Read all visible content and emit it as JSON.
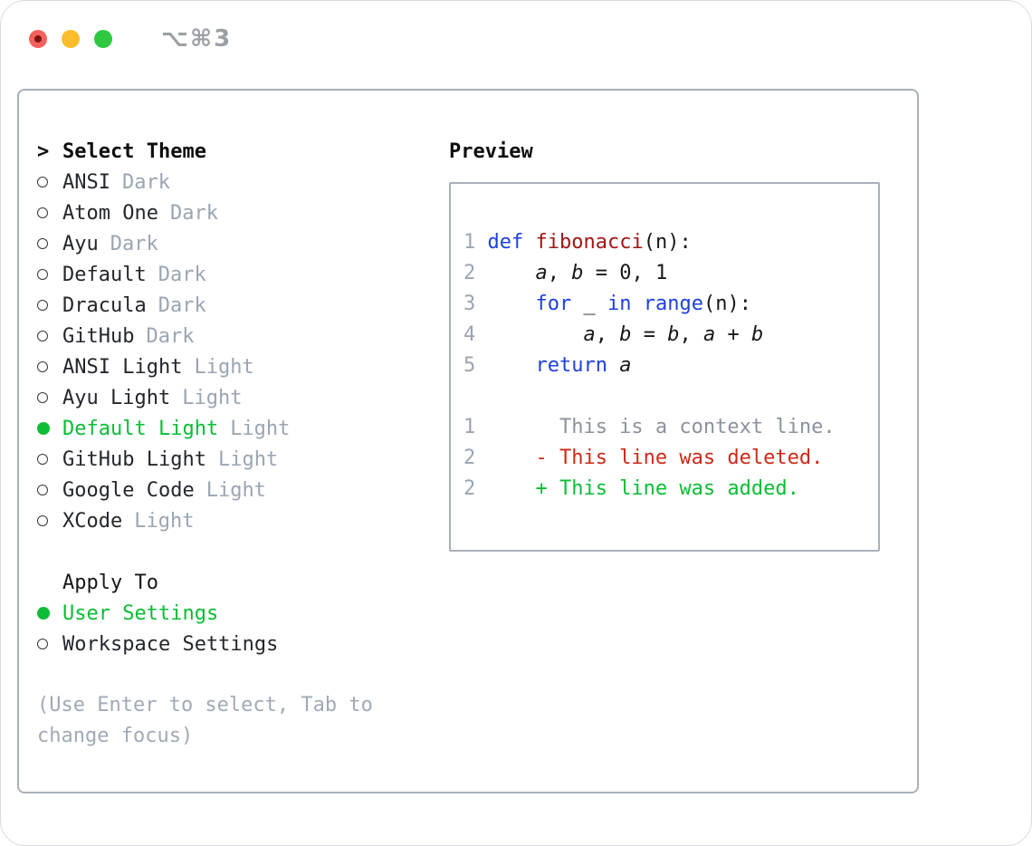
{
  "window": {
    "shortcut": "⌥⌘3"
  },
  "colors": {
    "accent_green": "#0bbd35",
    "deleted_red": "#cc2a16",
    "keyword_blue": "#1e40e0",
    "function_red": "#a31515",
    "muted_gray": "#9aa5b2",
    "border_gray": "#a9b0ba",
    "traffic_red": "#f4615c",
    "traffic_yellow": "#fbbd2c",
    "traffic_green": "#2ec940"
  },
  "theme_selector": {
    "header": {
      "prompt": ">",
      "label": "Select Theme"
    },
    "items": [
      {
        "name": "ANSI",
        "tag": "Dark",
        "selected": false
      },
      {
        "name": "Atom One",
        "tag": "Dark",
        "selected": false
      },
      {
        "name": "Ayu",
        "tag": "Dark",
        "selected": false
      },
      {
        "name": "Default",
        "tag": "Dark",
        "selected": false
      },
      {
        "name": "Dracula",
        "tag": "Dark",
        "selected": false
      },
      {
        "name": "GitHub",
        "tag": "Dark",
        "selected": false
      },
      {
        "name": "ANSI Light",
        "tag": "Light",
        "selected": false
      },
      {
        "name": "Ayu Light",
        "tag": "Light",
        "selected": false
      },
      {
        "name": "Default Light",
        "tag": "Light",
        "selected": true
      },
      {
        "name": "GitHub Light",
        "tag": "Light",
        "selected": false
      },
      {
        "name": "Google Code",
        "tag": "Light",
        "selected": false
      },
      {
        "name": "XCode",
        "tag": "Light",
        "selected": false
      }
    ],
    "apply_to": {
      "label": "Apply To",
      "options": [
        {
          "label": "User Settings",
          "selected": true
        },
        {
          "label": "Workspace Settings",
          "selected": false
        }
      ]
    },
    "hint_lines": [
      "(Use Enter to select, Tab to",
      "change focus)"
    ]
  },
  "preview": {
    "label": "Preview",
    "code": {
      "l1": {
        "num": "1",
        "kw": "def",
        "sp": " ",
        "fn": "fibonacci",
        "rest": "(n):"
      },
      "l2": {
        "num": "2",
        "ind": "    ",
        "a": "a",
        "c1": ", ",
        "b": "b",
        "rest": " = 0, 1"
      },
      "l3": {
        "num": "3",
        "ind": "    ",
        "kw1": "for",
        "p1": " _ ",
        "kw2": "in",
        "p2": " ",
        "kw3": "range",
        "rest": "(n):"
      },
      "l4": {
        "num": "4",
        "ind": "        ",
        "a1": "a",
        "c1": ", ",
        "b1": "b",
        "eq": " = ",
        "b2": "b",
        "c2": ", ",
        "a2": "a",
        "pl": " + ",
        "b3": "b"
      },
      "l5": {
        "num": "5",
        "ind": "    ",
        "kw": "return",
        "sp": " ",
        "a": "a"
      }
    },
    "diff": {
      "lines": [
        {
          "num": "1",
          "content": "      This is a context line.",
          "type": "context"
        },
        {
          "num": "2",
          "content": "    - This line was deleted.",
          "type": "deleted"
        },
        {
          "num": "2",
          "content": "    + This line was added.",
          "type": "added"
        }
      ]
    }
  }
}
